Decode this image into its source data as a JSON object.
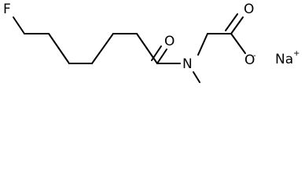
{
  "molecule": {
    "atoms": {
      "fluorine": "F",
      "carbonyl_oxygen": "O",
      "nitrogen": "N",
      "carboxylate_oxygen_double": "O",
      "carboxylate_oxygen_single": "O",
      "carboxylate_charge": "-",
      "sodium": "Na",
      "sodium_charge": "+"
    }
  },
  "colors": {
    "bond": "#000000",
    "text": "#000000",
    "background": "#ffffff"
  }
}
